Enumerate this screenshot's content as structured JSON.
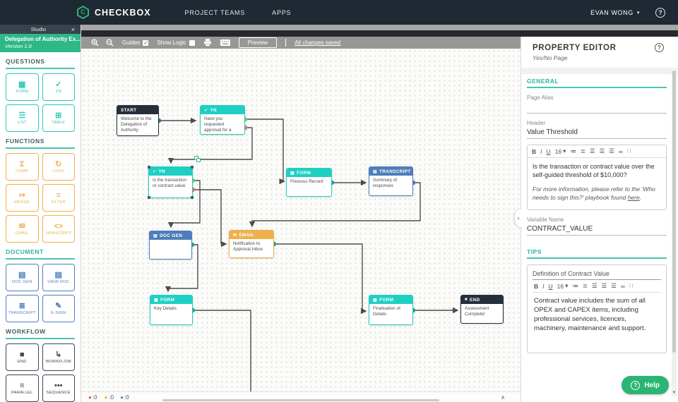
{
  "topnav": {
    "brand": "CHECKBOX",
    "logo_letter": "C",
    "items": [
      {
        "label": "PROJECT TEAMS"
      },
      {
        "label": "APPS"
      }
    ],
    "user": "EVAN WONG",
    "user_caret": "▾",
    "help_icon": "?"
  },
  "sidebar": {
    "tab_label": "Studio",
    "tab_close": "×",
    "project_title": "Delegation of Authority Ex...",
    "project_version": "Version 1.0",
    "sections": [
      {
        "label": "QUESTIONS",
        "accent": "#2ec8b8",
        "items": [
          {
            "icon": "▦",
            "label": "FORM"
          },
          {
            "icon": "✓",
            "label": "YN"
          },
          {
            "icon": "☰",
            "label": "LIST"
          },
          {
            "icon": "⊞",
            "label": "TABLE"
          }
        ]
      },
      {
        "label": "FUNCTIONS",
        "accent": "#efae4e",
        "items": [
          {
            "icon": "Σ",
            "label": "COMP"
          },
          {
            "icon": "↻",
            "label": "LOOP"
          },
          {
            "icon": "↣",
            "label": "MERGE"
          },
          {
            "icon": "≡",
            "label": "FILTER"
          },
          {
            "icon": "✉",
            "label": "EMAIL"
          },
          {
            "icon": "<>",
            "label": "JAVASCRIPT"
          }
        ]
      },
      {
        "label": "DOCUMENT",
        "accent": "#4e7fbb",
        "items": [
          {
            "icon": "▤",
            "label": "DOC GEN"
          },
          {
            "icon": "▤",
            "label": "VIEW DOC"
          },
          {
            "icon": "≣",
            "label": "TRANSCRIPT"
          },
          {
            "icon": "✎",
            "label": "E-SIGN"
          }
        ]
      },
      {
        "label": "WORKFLOW",
        "accent": "#3c4852",
        "items": [
          {
            "icon": "■",
            "label": "END"
          },
          {
            "icon": "↳",
            "label": "WORKFLOW"
          },
          {
            "icon": "≡",
            "label": "PARALLEL"
          },
          {
            "icon": "•••",
            "label": "SEQUENCE"
          }
        ]
      }
    ]
  },
  "toolbar": {
    "guides_label": "Guides",
    "guides_check": "✓",
    "show_logic_label": "Show Logic",
    "preview_label": "Preview",
    "saved_label": "All changes saved"
  },
  "canvas": {
    "nodes": [
      {
        "header": "START",
        "icon": "",
        "body": "Welcome to the Delegation of Authority"
      },
      {
        "header": "YN",
        "icon": "✓",
        "body": "Have you requested approval for a"
      },
      {
        "header": "YN",
        "icon": "✓",
        "body": "Is the transaction or contract value"
      },
      {
        "header": "FORM",
        "icon": "▦",
        "body": "Previous Record"
      },
      {
        "header": "TRANSCRIPT",
        "icon": "▤",
        "body": "Summary of responses"
      },
      {
        "header": "DOC GEN",
        "icon": "▤",
        "body": ""
      },
      {
        "header": "EMAIL",
        "icon": "✉",
        "body": "Notification to Approval Inbox"
      },
      {
        "header": "FORM",
        "icon": "▦",
        "body": "Key Details"
      },
      {
        "header": "FORM",
        "icon": "▦",
        "body": "Finalisation of Details"
      },
      {
        "header": "END",
        "icon": "■",
        "body": "Assessment Complete!"
      }
    ],
    "status": [
      {
        "icon": "●",
        "label": ":0"
      },
      {
        "icon": "▲",
        "label": ":0"
      },
      {
        "icon": "●",
        "label": ":0"
      }
    ],
    "collapse_icon": "∧",
    "colors": {
      "edge": "#4d4d4d",
      "dot_green": "#6dd16d",
      "dot_pink": "#e8688f",
      "dot_teal": "#19a89d",
      "dot_blue": "#4d7dbb",
      "dot_start": "#2d7a96"
    }
  },
  "panel": {
    "title": "PROPERTY EDITOR",
    "subtitle": "Yes/No Page",
    "help_icon": "?",
    "toggle_icon": "›",
    "general_label": "GENERAL",
    "page_alias_label": "Page Alias",
    "page_alias_value": "",
    "header_label": "Header",
    "header_value": "Value Threshold",
    "rte_toolbar": {
      "bold": "B",
      "italic": "I",
      "underline": "U",
      "size": "16",
      "size_caret": "▾",
      "num_list": "≔",
      "bullet_list": "≣",
      "align_left": "☰",
      "align_center": "☰",
      "align_right": "☰",
      "link": "∞",
      "expand": "∷"
    },
    "rte_para1": "Is the transaction or contract value over the self-guided threshold of $10,000?",
    "rte_para2_prefix": "For more information, please refer to the ‘Who needs to sign this?’ playbook found ",
    "rte_para2_link": "here",
    "rte_para2_suffix": ".",
    "variable_label": "Variable Name",
    "variable_value": "CONTRACT_VALUE",
    "tips_label": "TIPS",
    "tip_title": "Definition of Contract Value",
    "tip_body": "Contract value includes the sum of all OPEX and CAPEX items, including professional services, licences, machinery, maintenance and support.",
    "scroll_down_icon": "▼",
    "help_button": "Help"
  }
}
